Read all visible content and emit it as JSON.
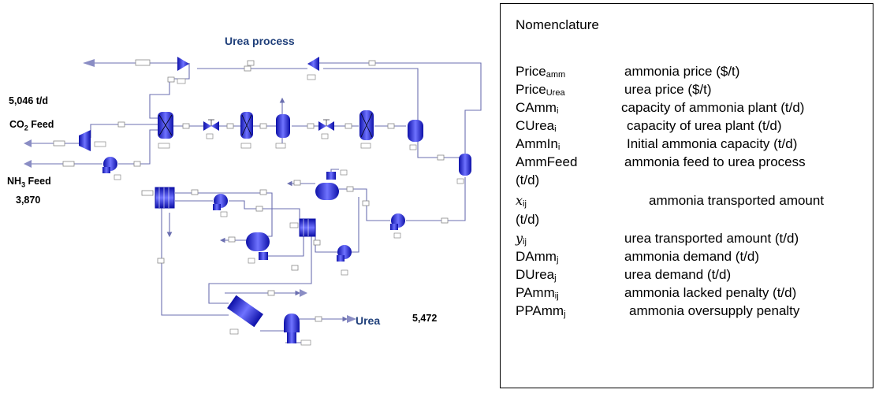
{
  "diagram": {
    "title": "Urea process",
    "co2_rate": "5,046 t/d",
    "co2_feed_label": "CO",
    "co2_sub": "2",
    "co2_feed_suffix": " Feed",
    "nh3_feed_label": "NH",
    "nh3_sub": "3",
    "nh3_feed_suffix": " Feed",
    "nh3_rate": "3,870",
    "urea_label": "Urea",
    "urea_rate": "5,472",
    "colors": {
      "equipment": "#2a2fd6",
      "stream": "#6b6fb0",
      "title": "#1f3f7a"
    }
  },
  "nomenclature": {
    "heading": "Nomenclature",
    "rows": [
      {
        "sym": "Price",
        "sub": "amm",
        "desc": "ammonia price ($/t)"
      },
      {
        "sym": "Price",
        "sub": "Urea",
        "desc": "urea price ($/t)"
      },
      {
        "sym": "CAmm",
        "sub": "i",
        "desc": "capacity of ammonia plant (t/d)"
      },
      {
        "sym": "CUrea",
        "sub": "i",
        "desc": "capacity of urea plant (t/d)"
      },
      {
        "sym": "AmmIn",
        "sub": "i",
        "desc": "Initial ammonia capacity (t/d)"
      },
      {
        "sym": "AmmFeed",
        "sub": "",
        "desc": "ammonia feed to urea process"
      },
      {
        "sym": "(t/d)",
        "sub": "",
        "desc": ""
      },
      {
        "sym": "x",
        "sub": "ij",
        "desc": "ammonia transported amount",
        "italic": true
      },
      {
        "sym": "(t/d)",
        "sub": "",
        "desc": ""
      },
      {
        "sym": "y",
        "sub": "ij",
        "desc": "urea transported amount (t/d)",
        "italic": true
      },
      {
        "sym": "DAmm",
        "sub": "j",
        "desc": "ammonia demand (t/d)"
      },
      {
        "sym": "DUrea",
        "sub": "j",
        "desc": "urea demand (t/d)"
      },
      {
        "sym": "PAmm",
        "sub": "ij",
        "desc": "ammonia lacked penalty (t/d)"
      },
      {
        "sym": "PPAmm",
        "sub": "j",
        "desc": "ammonia oversupply penalty"
      }
    ]
  }
}
